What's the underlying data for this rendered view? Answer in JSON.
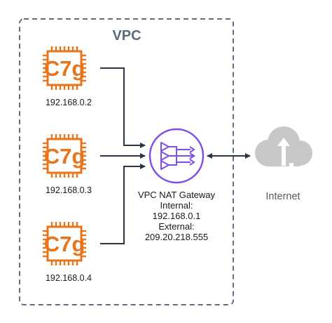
{
  "vpc": {
    "label": "VPC",
    "border_color": "#5f6f82",
    "label_color": "#5a6b80"
  },
  "instances": [
    {
      "icon": "ec2-c7g-chip-icon",
      "type_label": "C7g",
      "ip": "192.168.0.2"
    },
    {
      "icon": "ec2-c7g-chip-icon",
      "type_label": "C7g",
      "ip": "192.168.0.3"
    },
    {
      "icon": "ec2-c7g-chip-icon",
      "type_label": "C7g",
      "ip": "192.168.0.4"
    }
  ],
  "instance_color": "#e8741c",
  "nat_gateway": {
    "icon": "nat-gateway-icon",
    "title": "VPC NAT Gateway",
    "internal_label": "Internal:",
    "internal_ip": "192.168.0.1",
    "external_label": "External:",
    "external_ip": "209.20.218.555",
    "color": "#7d4fe8"
  },
  "internet": {
    "icon": "cloud-internet-icon",
    "label": "Internet",
    "color": "#c8c8c8",
    "label_color": "#5a5a5a"
  },
  "connector_color": "#2b3540"
}
